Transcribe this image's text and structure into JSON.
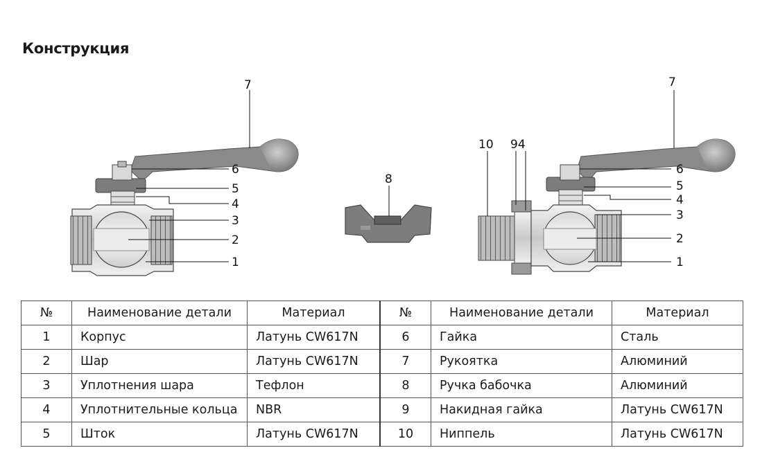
{
  "title": "Конструкция",
  "callouts": {
    "left": [
      "7",
      "6",
      "5",
      "4",
      "3",
      "2",
      "1"
    ],
    "middle": [
      "8"
    ],
    "right": [
      "10",
      "94",
      "7",
      "6",
      "5",
      "4",
      "3",
      "2",
      "1"
    ]
  },
  "table": {
    "headers": [
      "№",
      "Наименование детали",
      "Материал",
      "№",
      "Наименование детали",
      "Материал"
    ],
    "rows": [
      [
        "1",
        "Корпус",
        "Латунь CW617N",
        "6",
        "Гайка",
        "Сталь"
      ],
      [
        "2",
        "Шар",
        "Латунь CW617N",
        "7",
        "Рукоятка",
        "Алюминий"
      ],
      [
        "3",
        "Уплотнения шара",
        "Тефлон",
        "8",
        "Ручка бабочка",
        "Алюминий"
      ],
      [
        "4",
        "Уплотнительные кольца",
        "NBR",
        "9",
        "Накидная гайка",
        "Латунь CW617N"
      ],
      [
        "5",
        "Шток",
        "Латунь CW617N",
        "10",
        "Ниппель",
        "Латунь CW617N"
      ]
    ]
  },
  "icons": [
    "ball-valve-section-icon",
    "butterfly-handle-icon",
    "ball-valve-union-section-icon"
  ]
}
